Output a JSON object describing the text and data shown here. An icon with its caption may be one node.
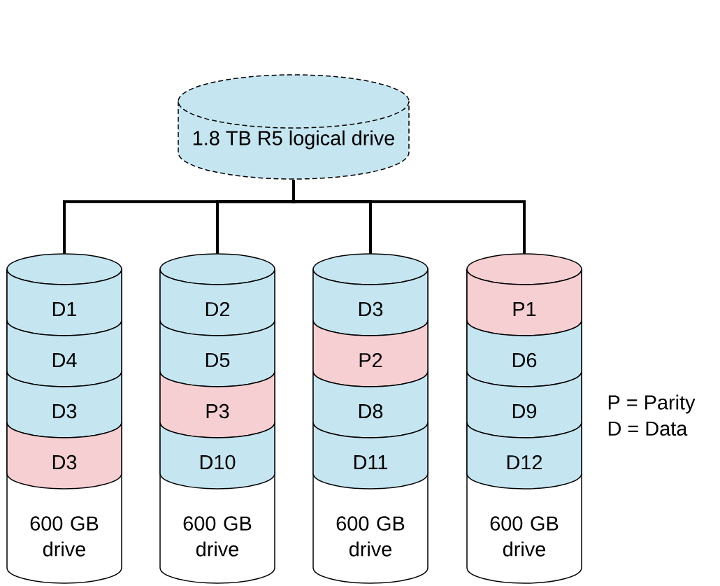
{
  "diagram": {
    "nodes": [
      {
        "text": [
          "1.8 TB R5 logical drive"
        ]
      },
      {
        "text": [
          "600 GB drive"
        ]
      },
      {
        "text": [
          "D1"
        ],
        "in": 1
      },
      {
        "text": [
          "D4"
        ],
        "in": 1
      },
      {
        "text": [
          "D3"
        ],
        "in": 1
      },
      {
        "text": [
          "D3"
        ],
        "in": 1
      },
      {
        "text": [
          "600 GB drive"
        ]
      },
      {
        "text": [
          "D2"
        ],
        "in": 6
      },
      {
        "text": [
          "D5"
        ],
        "in": 6
      },
      {
        "text": [
          "P3"
        ],
        "in": 6
      },
      {
        "text": [
          "D10"
        ],
        "in": 6
      },
      {
        "text": [
          "600 GB drive"
        ]
      },
      {
        "text": [
          "D3"
        ],
        "in": 11
      },
      {
        "text": [
          "P2"
        ],
        "in": 11
      },
      {
        "text": [
          "D8"
        ],
        "in": 11
      },
      {
        "text": [
          "D11"
        ],
        "in": 11
      },
      {
        "text": [
          "600 GB drive"
        ]
      },
      {
        "text": [
          "P1"
        ],
        "in": 16
      },
      {
        "text": [
          "D6"
        ],
        "in": 16
      },
      {
        "text": [
          "D9"
        ],
        "in": 16
      },
      {
        "text": [
          "D12"
        ],
        "in": 16
      }
    ],
    "edges": [
      {
        "from": 0,
        "to": 1,
        "arrow": "none"
      },
      {
        "from": 0,
        "to": 6,
        "arrow": "none"
      },
      {
        "from": 0,
        "to": 11,
        "arrow": "none"
      },
      {
        "from": 0,
        "to": 16,
        "arrow": "none"
      }
    ],
    "labels": [
      "P = Parity",
      "D = Data"
    ]
  }
}
